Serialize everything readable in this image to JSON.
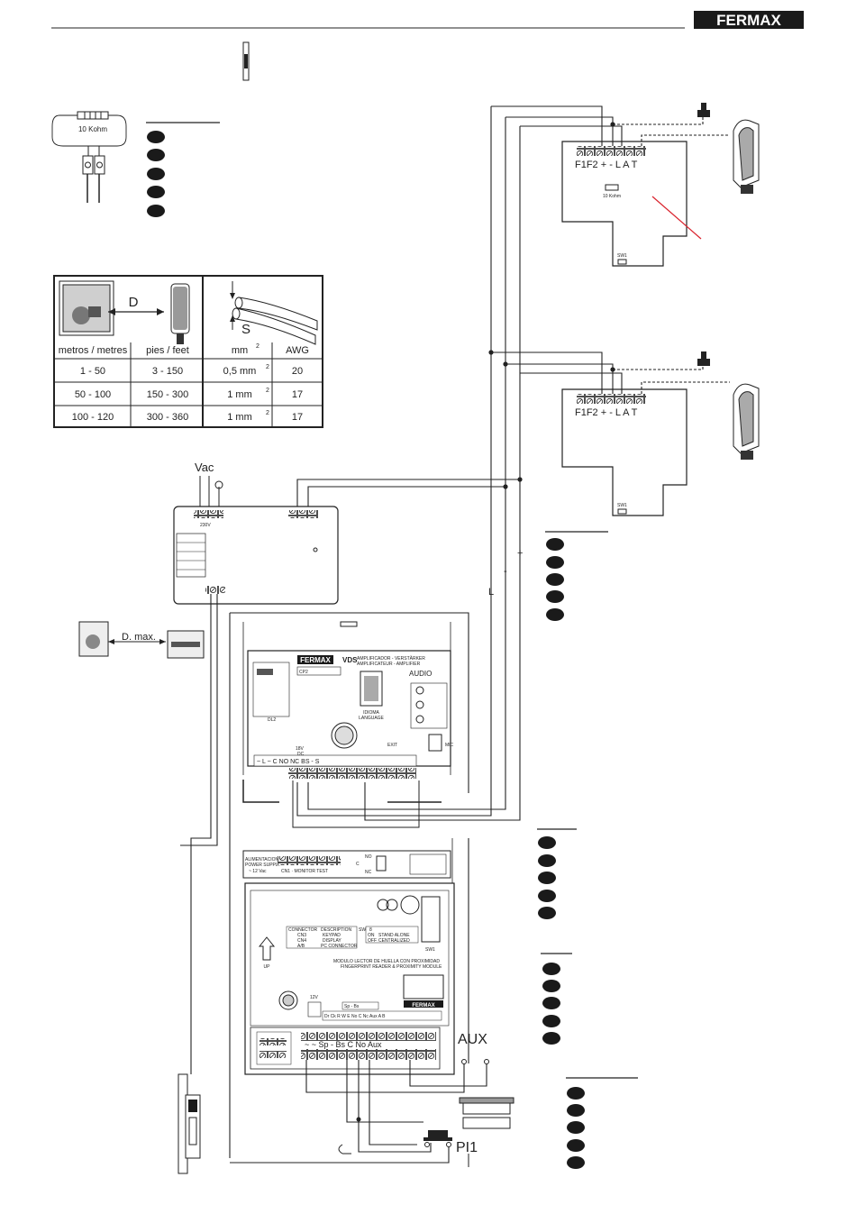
{
  "brand": {
    "logo_text": "FERMAX"
  },
  "resistor": {
    "label": "10 Kohm"
  },
  "table": {
    "distance_label": "D",
    "section_label": "S",
    "headers": [
      "metros / metres",
      "pies / feet",
      "mm",
      "AWG"
    ],
    "mm_sup": "2",
    "rows": [
      {
        "metres": "1 -   50",
        "feet": "3  -  150",
        "mm": "0,5  mm",
        "sup": "2",
        "awg": "20"
      },
      {
        "metres": "50 - 100",
        "feet": "150  -  300",
        "mm": "1    mm",
        "sup": "2",
        "awg": "17"
      },
      {
        "metres": "100 - 120",
        "feet": "300  -  360",
        "mm": "1    mm",
        "sup": "2",
        "awg": "17"
      }
    ]
  },
  "monitor_terminals": {
    "labels": "F1F2 +  -  L  A  T",
    "resistor": "10 Kohm",
    "sw": "SW1"
  },
  "power_supply": {
    "vac": "Vac",
    "label": "230V"
  },
  "dmax": {
    "label": "D. max."
  },
  "wires": {
    "L": "L",
    "minus": "-",
    "plus": "+"
  },
  "amplifier": {
    "logo": "FERMAX",
    "model": "VDS",
    "desc1": "AMPLIFICADOR - VERSTÄRKER",
    "desc2": "AMPLIFICATEUR - AMPLIFIER",
    "audio": "AUDIO",
    "language1": "IDIOMA",
    "language2": "LANGUAGE",
    "exit": "EXIT",
    "terminals": "~  L   ~  C  NO NC BS  -   S",
    "volt1": "18V",
    "volt2": "DC",
    "dl2": "DL2",
    "cp2": "CP2",
    "mic": "MIC"
  },
  "reader": {
    "supply1": "ALIMENTACION",
    "supply2": "POWER SUPPLY",
    "supply3": "~ 12 Vac",
    "conn_label": "CN1 · MONITOR TEST",
    "no": "NO",
    "c": "C",
    "nc": "NC",
    "table_rows": [
      [
        "CONNECTOR",
        "DESCRIPTION"
      ],
      [
        "CN3",
        "KEYPAD"
      ],
      [
        "CN4",
        "DISPLAY"
      ],
      [
        "A/B",
        "PC CONNECTOR"
      ]
    ],
    "sw_rows": [
      [
        "SW",
        "8"
      ],
      [
        "ON",
        "STAND ALONE"
      ],
      [
        "OFF",
        "CENTRALIZED"
      ]
    ],
    "module1": "MODULO LECTOR DE HUELLA CON PROXIMIDAD",
    "module2": "FINGERPRINT READER & PROXIMITY MODULE",
    "up": "UP",
    "sw1": "SW1",
    "logo": "FERMAX",
    "v12": "12V",
    "sp_bs_small": "Sp  -  Bs",
    "bottom_small": "Dr  Ck   R   W   E   No   C   Nc  Aux   A   B",
    "terminals": "~ ~              Sp  -  Bs    C  No Aux",
    "aux": "AUX",
    "pi1": "PI1"
  },
  "colors": {
    "line": "#222222",
    "red_line": "#d9232d",
    "bullet": "#1a1a1a"
  }
}
